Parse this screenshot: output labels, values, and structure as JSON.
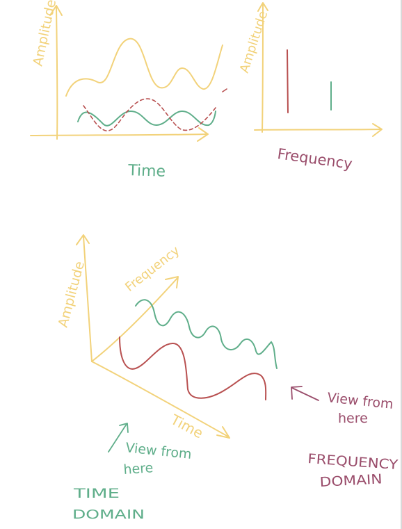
{
  "colors": {
    "yellow": "#f2d27a",
    "red": "#b85050",
    "green": "#5fae8a",
    "purple": "#9a4d6b"
  },
  "top_left_chart": {
    "y_label": "Amplitude",
    "x_label": "Time"
  },
  "top_right_chart": {
    "y_label": "Amplitude",
    "x_label": "Frequency"
  },
  "three_d_sketch": {
    "y_label": "Amplitude",
    "depth_label": "Frequency",
    "x_label": "Time"
  },
  "annotations": {
    "view_right_line1": "View from",
    "view_right_line2": "here",
    "frequency_domain_line1": "FREQUENCY",
    "frequency_domain_line2": "DOMAIN",
    "view_bottom_line1": "View from",
    "view_bottom_line2": "here",
    "time_domain_line1": "TIME",
    "time_domain_line2": "DOMAIN"
  }
}
